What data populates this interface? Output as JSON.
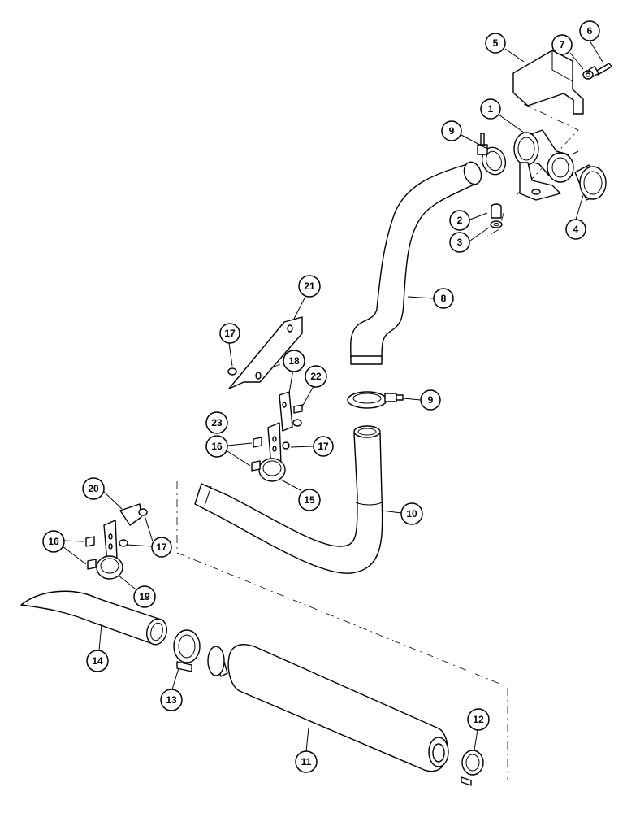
{
  "callouts": [
    {
      "id": "c1",
      "label": "1"
    },
    {
      "id": "c2",
      "label": "2"
    },
    {
      "id": "c3",
      "label": "3"
    },
    {
      "id": "c4",
      "label": "4"
    },
    {
      "id": "c5",
      "label": "5"
    },
    {
      "id": "c6",
      "label": "6"
    },
    {
      "id": "c7",
      "label": "7"
    },
    {
      "id": "c8",
      "label": "8"
    },
    {
      "id": "c9a",
      "label": "9"
    },
    {
      "id": "c9b",
      "label": "9"
    },
    {
      "id": "c10",
      "label": "10"
    },
    {
      "id": "c11",
      "label": "11"
    },
    {
      "id": "c12",
      "label": "12"
    },
    {
      "id": "c13",
      "label": "13"
    },
    {
      "id": "c14",
      "label": "14"
    },
    {
      "id": "c15",
      "label": "15"
    },
    {
      "id": "c16a",
      "label": "16"
    },
    {
      "id": "c16b",
      "label": "16"
    },
    {
      "id": "c17a",
      "label": "17"
    },
    {
      "id": "c17b",
      "label": "17"
    },
    {
      "id": "c17c",
      "label": "17"
    },
    {
      "id": "c18",
      "label": "18"
    },
    {
      "id": "c19",
      "label": "19"
    },
    {
      "id": "c20",
      "label": "20"
    },
    {
      "id": "c21",
      "label": "21"
    },
    {
      "id": "c22",
      "label": "22"
    },
    {
      "id": "c23",
      "label": "23"
    }
  ]
}
